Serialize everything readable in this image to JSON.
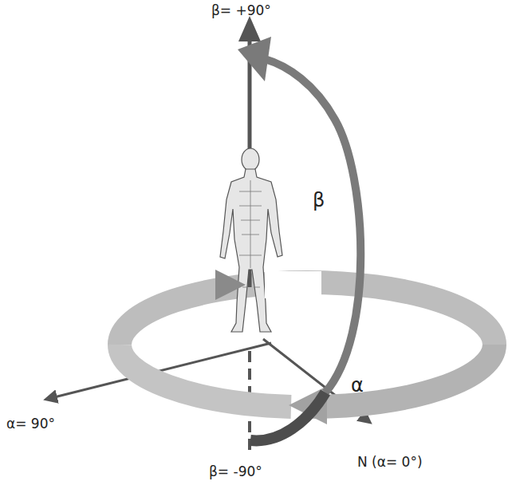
{
  "diagram": {
    "labels": [
      "β= +90°",
      "β",
      "α",
      "α= 90°",
      "N (α= 0°)",
      "β= -90°"
    ]
  }
}
